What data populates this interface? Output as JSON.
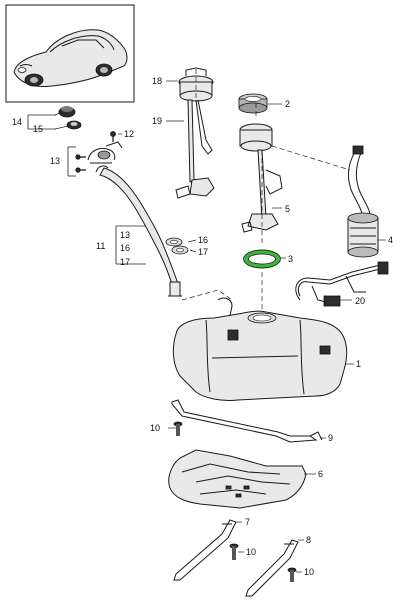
{
  "diagram": {
    "callouts": {
      "c1": "1",
      "c2": "2",
      "c3": "3",
      "c4": "4",
      "c5": "5",
      "c6": "6",
      "c7": "7",
      "c8": "8",
      "c9": "9",
      "c10a": "10",
      "c10b": "10",
      "c10c": "10",
      "c11": "11",
      "c12": "12",
      "c13a": "13",
      "c13b": "13",
      "c14": "14",
      "c15": "15",
      "c16a": "16",
      "c16b": "16",
      "c17a": "17",
      "c17b": "17",
      "c18": "18",
      "c19": "19",
      "c20": "20"
    },
    "highlight_color": "#3db33d",
    "line_color": "#1a1a1a"
  }
}
